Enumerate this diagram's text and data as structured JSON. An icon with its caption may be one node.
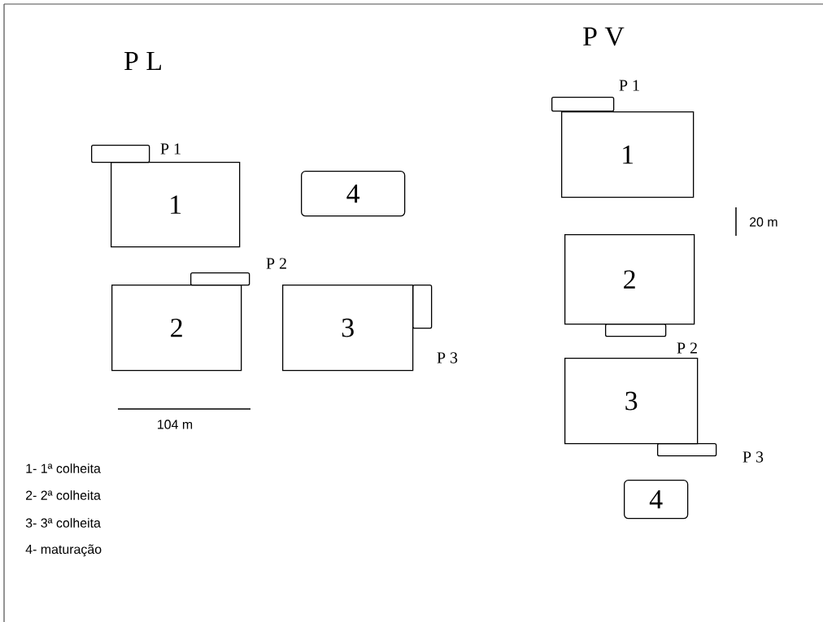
{
  "diagram": {
    "nodes": [
      {
        "text": [],
        "shape": "box",
        "beside": [
          "P 1"
        ]
      },
      {
        "text": [
          "1"
        ]
      },
      {
        "text": [
          "4"
        ]
      },
      {
        "text": [],
        "shape": "box",
        "beside": [
          "P 2"
        ]
      },
      {
        "text": [
          "2"
        ]
      },
      {
        "text": [
          "3"
        ]
      },
      {
        "text": [],
        "shape": "box",
        "beside": [
          "P 3"
        ]
      },
      {
        "text": [],
        "shape": "box",
        "beside": [
          "P 1"
        ]
      },
      {
        "text": [
          "1"
        ]
      },
      {
        "text": [
          "2"
        ]
      },
      {
        "text": [],
        "shape": "box",
        "beside": [
          "P 2"
        ]
      },
      {
        "text": [
          "3"
        ]
      },
      {
        "text": [],
        "shape": "box",
        "beside": [
          "P 3"
        ]
      },
      {
        "text": [
          "4"
        ]
      }
    ],
    "labels": [
      "P L",
      "P V",
      "104 m",
      "20 m",
      "1- 1ª colheita",
      "2- 2ª colheita",
      "3- 3ª colheita",
      "4- maturação"
    ]
  }
}
